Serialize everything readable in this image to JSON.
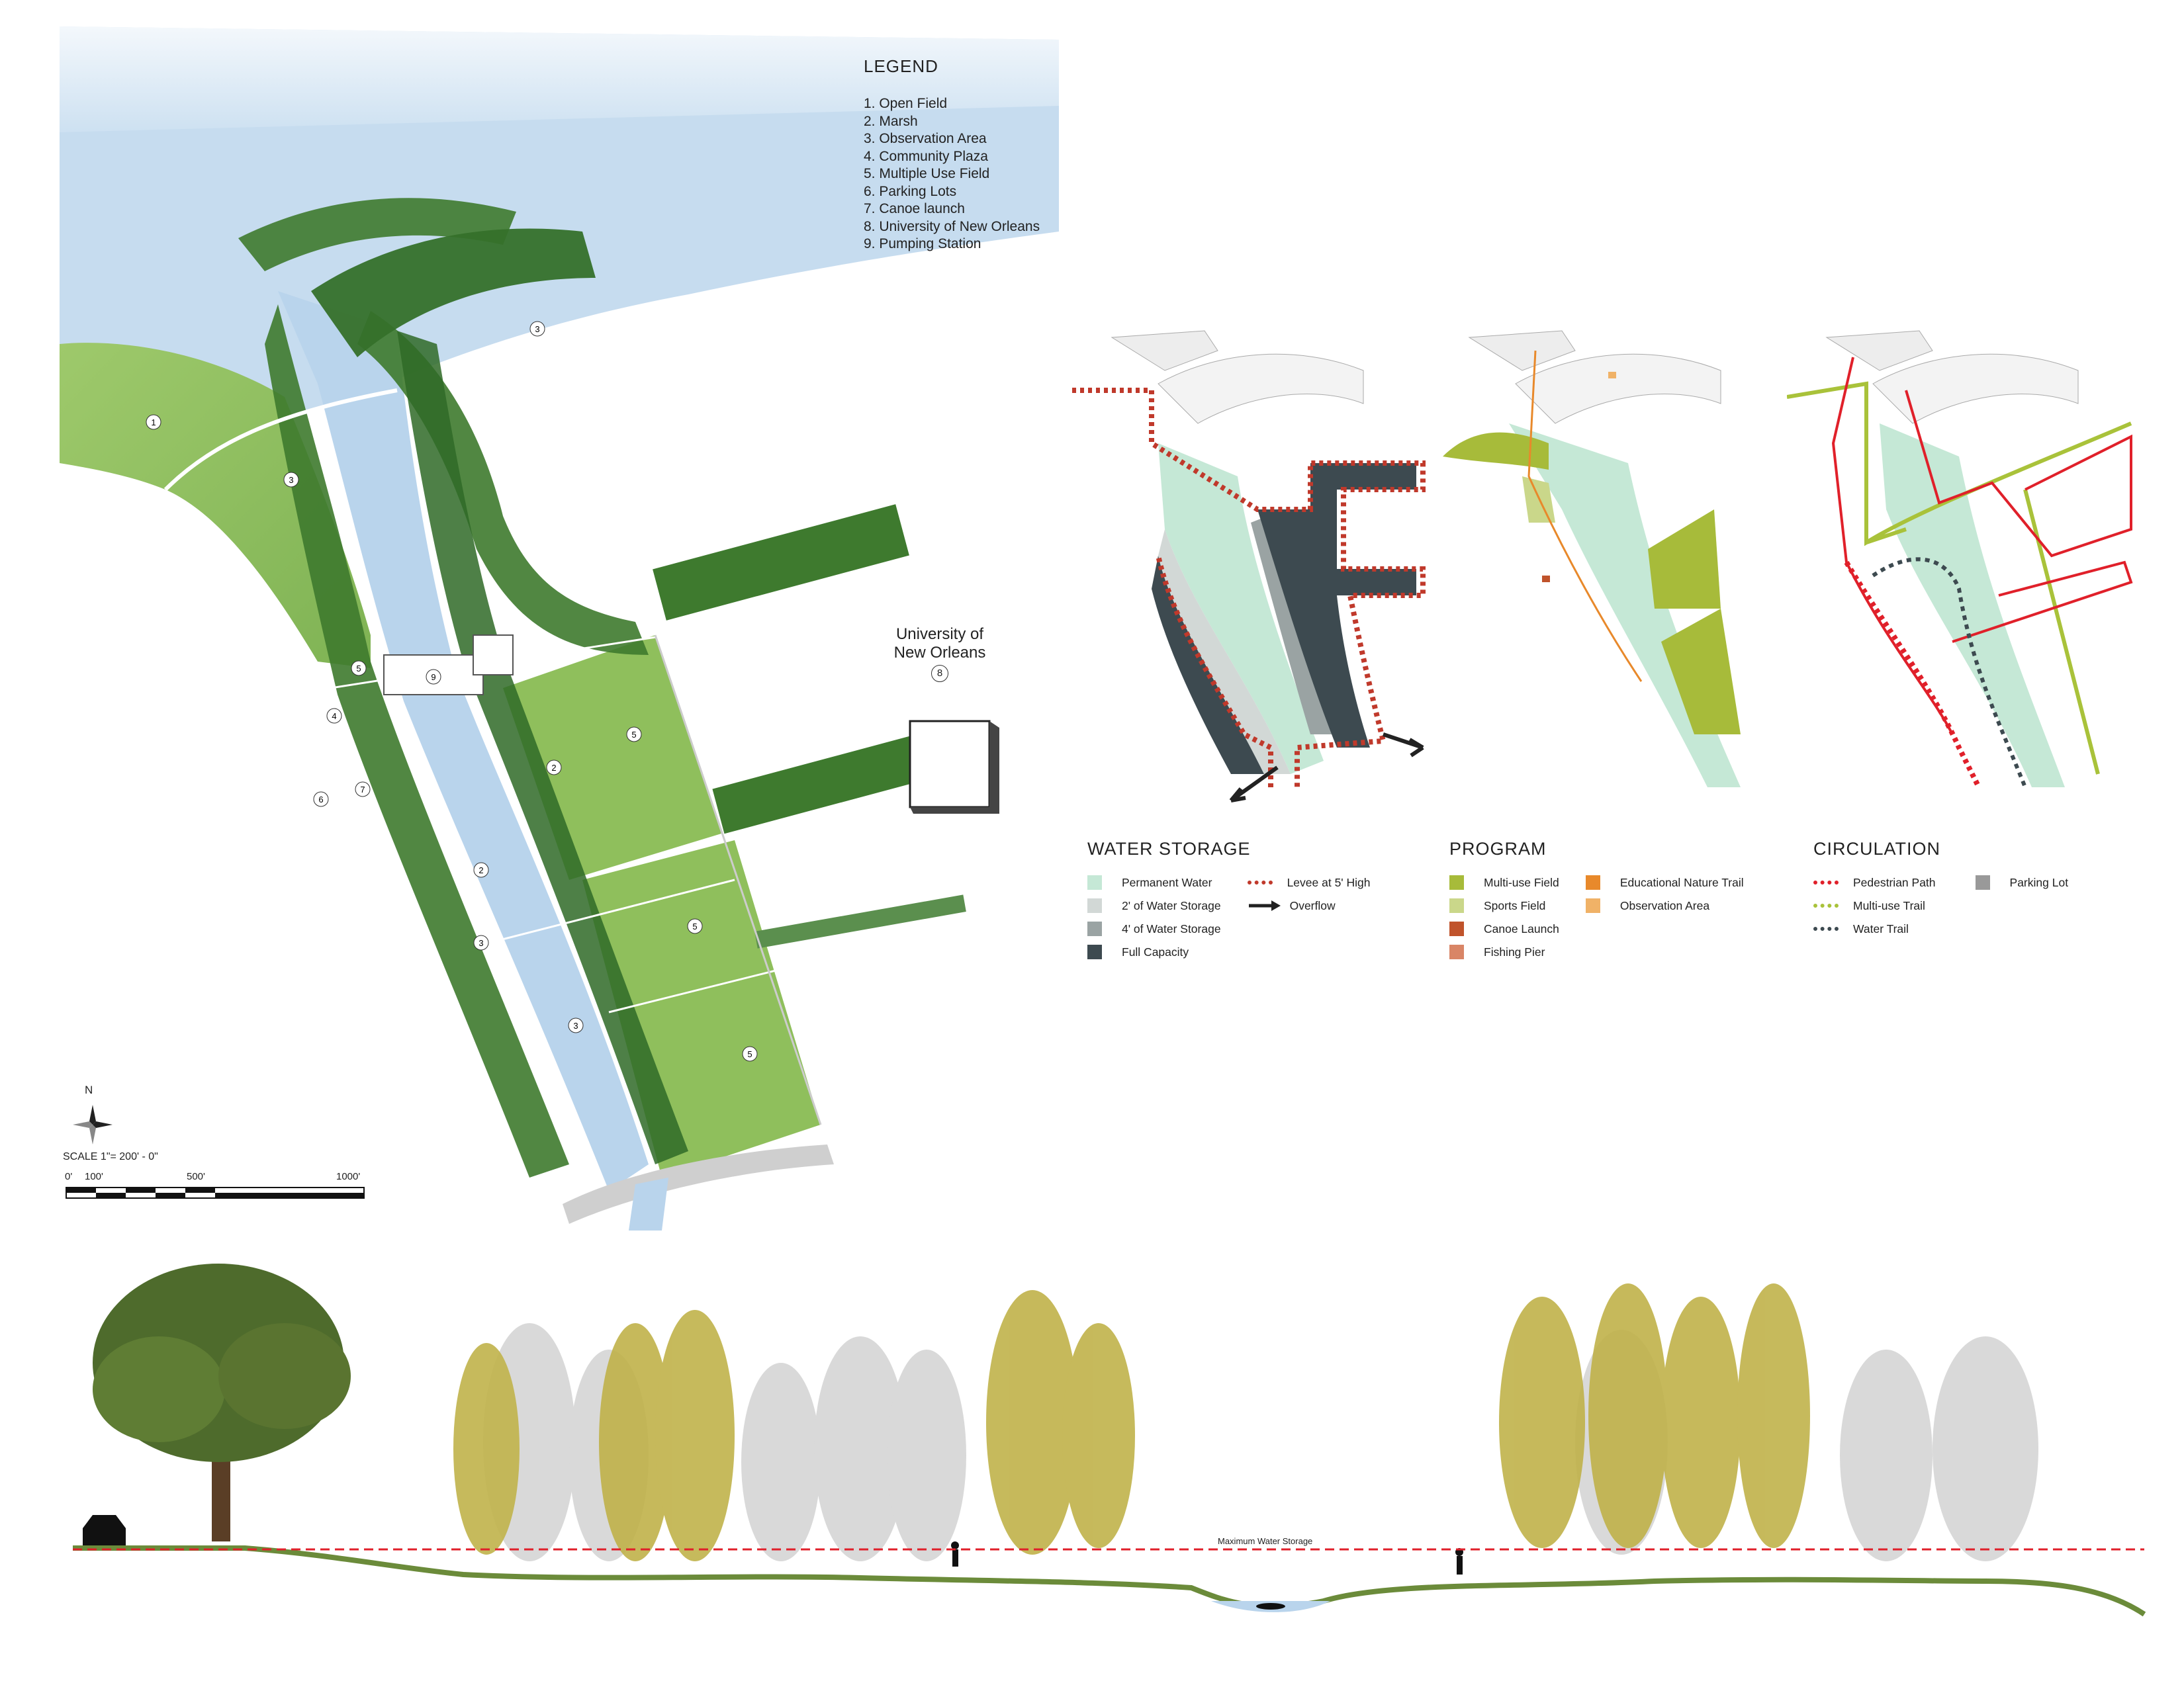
{
  "legend": {
    "title": "LEGEND",
    "items": [
      "1. Open Field",
      "2. Marsh",
      "3. Observation Area",
      "4. Community Plaza",
      "5. Multiple Use Field",
      "6. Parking Lots",
      "7. Canoe launch",
      "8. University of New Orleans",
      "9. Pumping Station"
    ]
  },
  "map": {
    "university_label_line1": "University of",
    "university_label_line2": "New Orleans",
    "university_number": "8",
    "north_label": "N",
    "scale_label": "SCALE 1\"= 200' - 0\"",
    "scale_ticks": [
      "0'",
      "100'",
      "500'",
      "1000'"
    ],
    "markers": [
      "1",
      "3",
      "3",
      "5",
      "4",
      "9",
      "6",
      "7",
      "2",
      "2",
      "5",
      "3",
      "5",
      "5",
      "3"
    ]
  },
  "water_storage": {
    "title": "WATER STORAGE",
    "items": [
      {
        "label": "Permanent Water",
        "color": "#c5e8d6"
      },
      {
        "label": "2' of Water Storage",
        "color": "#d2d8d6"
      },
      {
        "label": "4' of Water Storage",
        "color": "#9aa3a3"
      },
      {
        "label": "Full Capacity",
        "color": "#3d4a50"
      }
    ],
    "levee_label": "Levee at 5' High",
    "overflow_label": "Overflow",
    "levee_color": "#c0392b"
  },
  "program": {
    "title": "PROGRAM",
    "items_left": [
      {
        "label": "Multi-use Field",
        "color": "#a7bb3a"
      },
      {
        "label": "Sports Field",
        "color": "#cad78a"
      },
      {
        "label": "Canoe Launch",
        "color": "#c0532b"
      },
      {
        "label": "Fishing Pier",
        "color": "#d98566"
      }
    ],
    "items_right": [
      {
        "label": "Educational Nature Trail",
        "color": "#e8892b"
      },
      {
        "label": "Observation Area",
        "color": "#f0b267"
      }
    ]
  },
  "circulation": {
    "title": "CIRCULATION",
    "items": [
      {
        "label": "Pedestrian Path",
        "color": "#e0202a"
      },
      {
        "label": "Multi-use Trail",
        "color": "#a9c23a"
      },
      {
        "label": "Water Trail",
        "color": "#3d4a50"
      }
    ],
    "parking": {
      "label": "Parking Lot",
      "color": "#999999"
    }
  },
  "section": {
    "max_water_label": "Maximum Water Storage",
    "line_color": "#e0202a"
  }
}
